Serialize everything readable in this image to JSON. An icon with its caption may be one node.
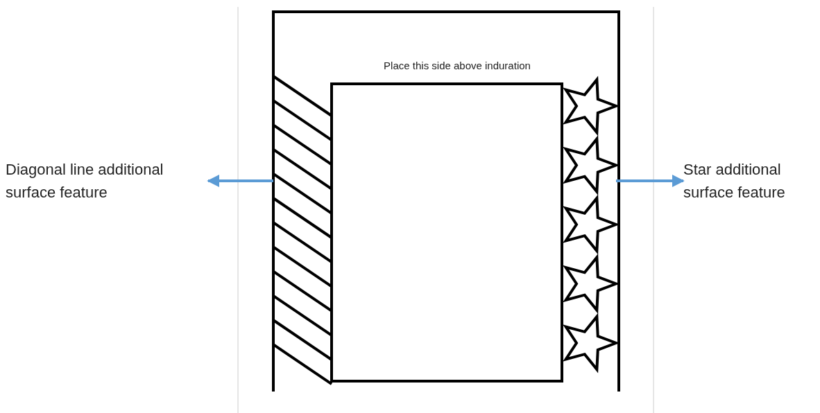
{
  "diagram": {
    "nodes": [
      {
        "text": [
          "Diagonal line additional surface feature"
        ]
      },
      {
        "text": [],
        "shape": "bar"
      },
      {
        "text": [],
        "shape": "bar"
      },
      {
        "text": [
          "Star additional surface feature"
        ]
      }
    ],
    "edges": [
      {
        "from": 1,
        "to": 0,
        "arrow": "to"
      },
      {
        "from": 2,
        "to": 3,
        "arrow": "to"
      }
    ],
    "labels": [
      "Place this side above induration"
    ]
  }
}
